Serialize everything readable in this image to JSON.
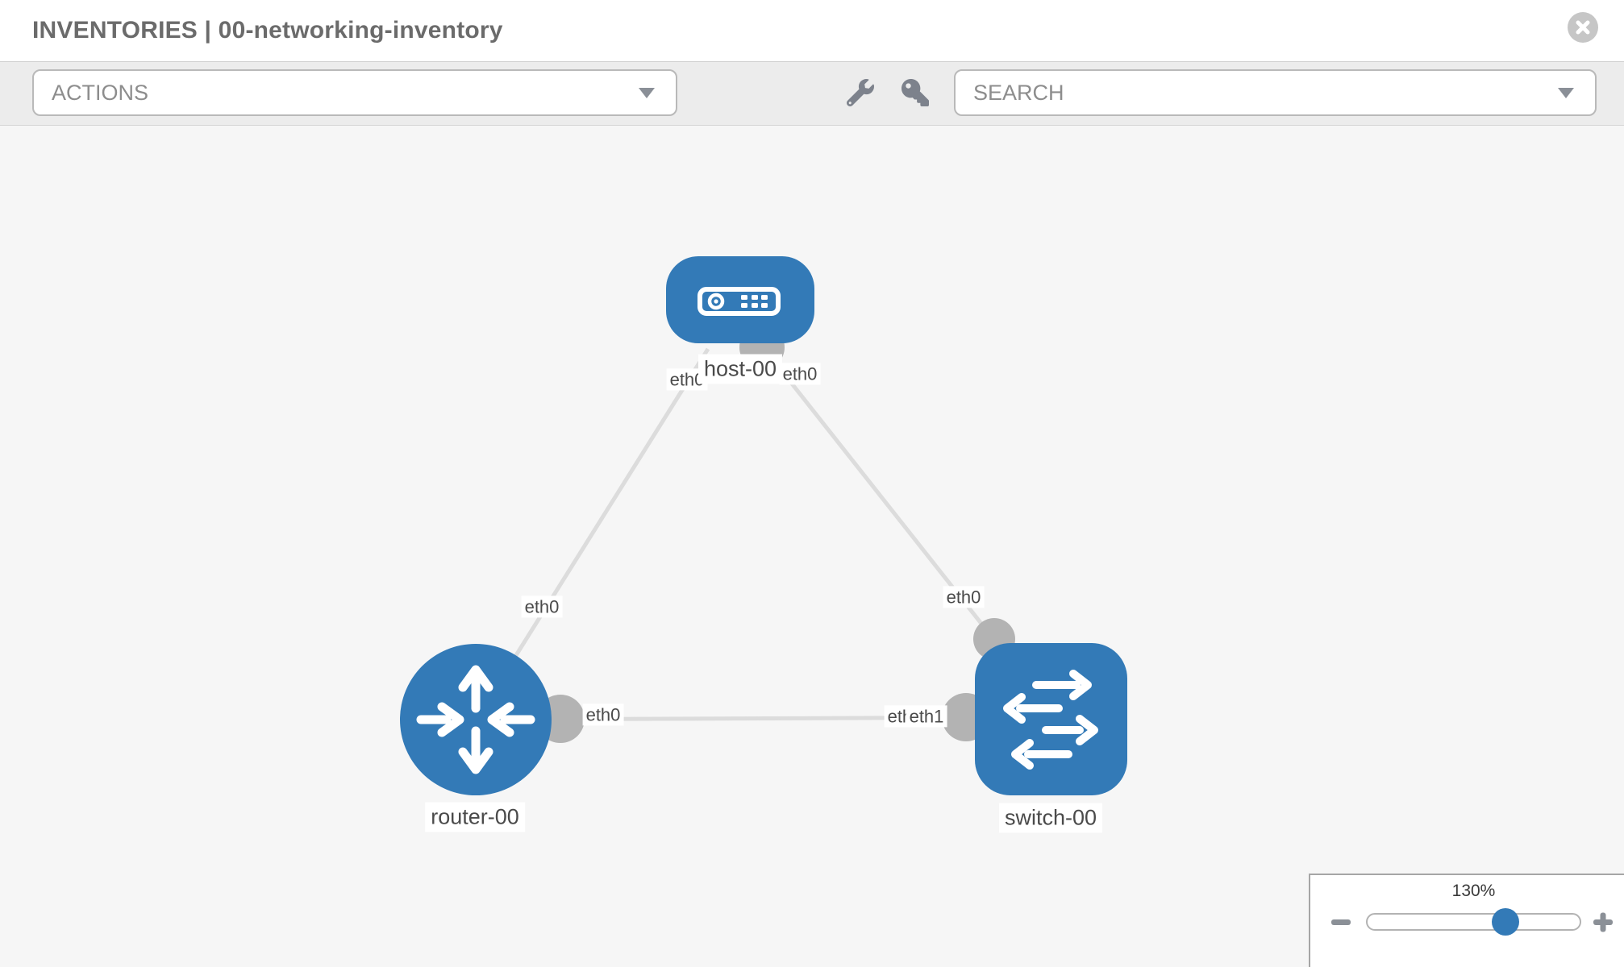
{
  "header": {
    "title": "INVENTORIES | 00-networking-inventory"
  },
  "toolbar": {
    "actions_label": "ACTIONS",
    "search_label": "SEARCH",
    "icons": [
      "wrench-icon",
      "key-icon"
    ]
  },
  "topology": {
    "nodes": [
      {
        "label": "host-00",
        "type": "host"
      },
      {
        "label": "router-00",
        "type": "router"
      },
      {
        "label": "switch-00",
        "type": "switch"
      }
    ],
    "links": [
      {
        "from": "router-00",
        "to": "host-00",
        "from_iface": "eth0",
        "to_iface": "eth0"
      },
      {
        "from": "switch-00",
        "to": "host-00",
        "from_iface": "eth0",
        "to_iface": "eth0"
      },
      {
        "from": "router-00",
        "to": "switch-00",
        "from_iface": "eth0",
        "to_iface": "eth1"
      }
    ],
    "iface_labels": [
      "eth0",
      "eth0",
      "eth0",
      "eth0",
      "eth0",
      "eth0",
      "eth1"
    ]
  },
  "zoom_control": {
    "value": "130%",
    "minus_icon": "minus-icon",
    "plus_icon": "plus-icon"
  },
  "colors": {
    "node_blue": "#337ab7",
    "link_gray": "#dcdcdc",
    "port_gray": "#b3b3b3",
    "canvas_bg": "#f6f6f6",
    "toolbar_bg": "#ececec"
  }
}
